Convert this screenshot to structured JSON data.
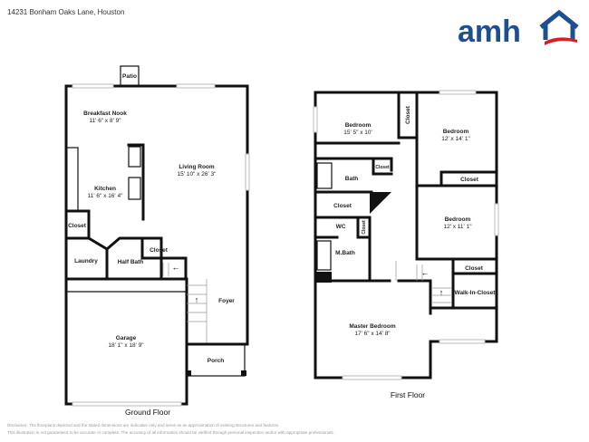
{
  "header": {
    "address": "14231 Bonham Oaks Lane, Houston"
  },
  "logo": {
    "text": "amh",
    "colors": {
      "blue": "#1d4f91",
      "red": "#d71f26"
    }
  },
  "ground_floor": {
    "title": "Ground Floor",
    "rooms": {
      "patio": {
        "name": "Patio"
      },
      "breakfast_nook": {
        "name": "Breakfast Nook",
        "dims": "11' 6\" x 8' 9\""
      },
      "kitchen": {
        "name": "Kitchen",
        "dims": "11' 6\" x 16' 4\""
      },
      "living_room": {
        "name": "Living Room",
        "dims": "15' 10\" x 26' 3\""
      },
      "closet_1": {
        "name": "Closet"
      },
      "laundry": {
        "name": "Laundry"
      },
      "half_bath": {
        "name": "Half Bath"
      },
      "closet_2": {
        "name": "Closet"
      },
      "foyer": {
        "name": "Foyer"
      },
      "garage": {
        "name": "Garage",
        "dims": "18' 1\" x 18' 9\""
      },
      "porch": {
        "name": "Porch"
      }
    }
  },
  "first_floor": {
    "title": "First Floor",
    "rooms": {
      "bedroom_1": {
        "name": "Bedroom",
        "dims": "15' 5\" x 10'"
      },
      "closet_b1": {
        "name": "Closet"
      },
      "bedroom_2": {
        "name": "Bedroom",
        "dims": "12' x 14' 1\""
      },
      "closet_b2": {
        "name": "Closet"
      },
      "bath": {
        "name": "Bath"
      },
      "closet_bath": {
        "name": "Closet"
      },
      "closet_hall": {
        "name": "Closet"
      },
      "wc": {
        "name": "WC"
      },
      "closet_wc": {
        "name": "Closet"
      },
      "m_bath": {
        "name": "M.Bath"
      },
      "bedroom_3": {
        "name": "Bedroom",
        "dims": "12' x 11' 1\""
      },
      "closet_b3": {
        "name": "Closet"
      },
      "walk_in_closet": {
        "name": "Walk-In-Closet"
      },
      "master_bedroom": {
        "name": "Master Bedroom",
        "dims": "17' 6\" x 14' 8\""
      }
    }
  },
  "disclaimer": {
    "line1": "Disclaimer: The floorplans depicted and the stated dimensions are indicative only and serve as an approximation of existing structures and features.",
    "line2": "This illustration is not guaranteed to be accurate or complete. The accuracy of all information should be verified through personal inspection and/or with appropriate professionals."
  }
}
